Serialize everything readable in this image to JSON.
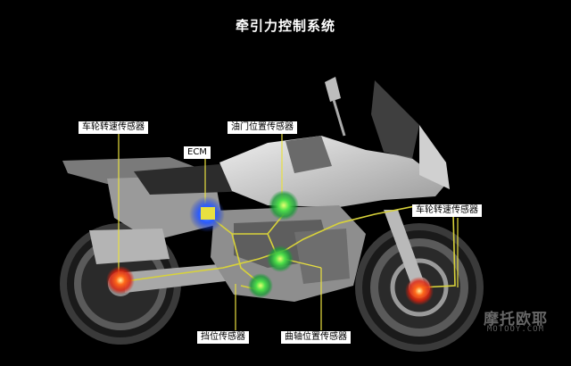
{
  "title": "牵引力控制系统",
  "labels": {
    "rear_wheel_speed": "车轮转速传感器",
    "throttle_position": "油门位置传感器",
    "ecm": "ECM",
    "front_wheel_speed": "车轮转速传感器",
    "gear_position": "挡位传感器",
    "crank_position": "曲轴位置传感器"
  },
  "watermark": {
    "cn": "摩托欧耶",
    "en": "MOTOOY.COM"
  },
  "colors": {
    "line": "#d8d23a",
    "sensor_red": "#ff3a1a",
    "sensor_green": "#3cd04a",
    "ecm_blue": "#2a5cff",
    "ecm_box": "#e8e040"
  }
}
